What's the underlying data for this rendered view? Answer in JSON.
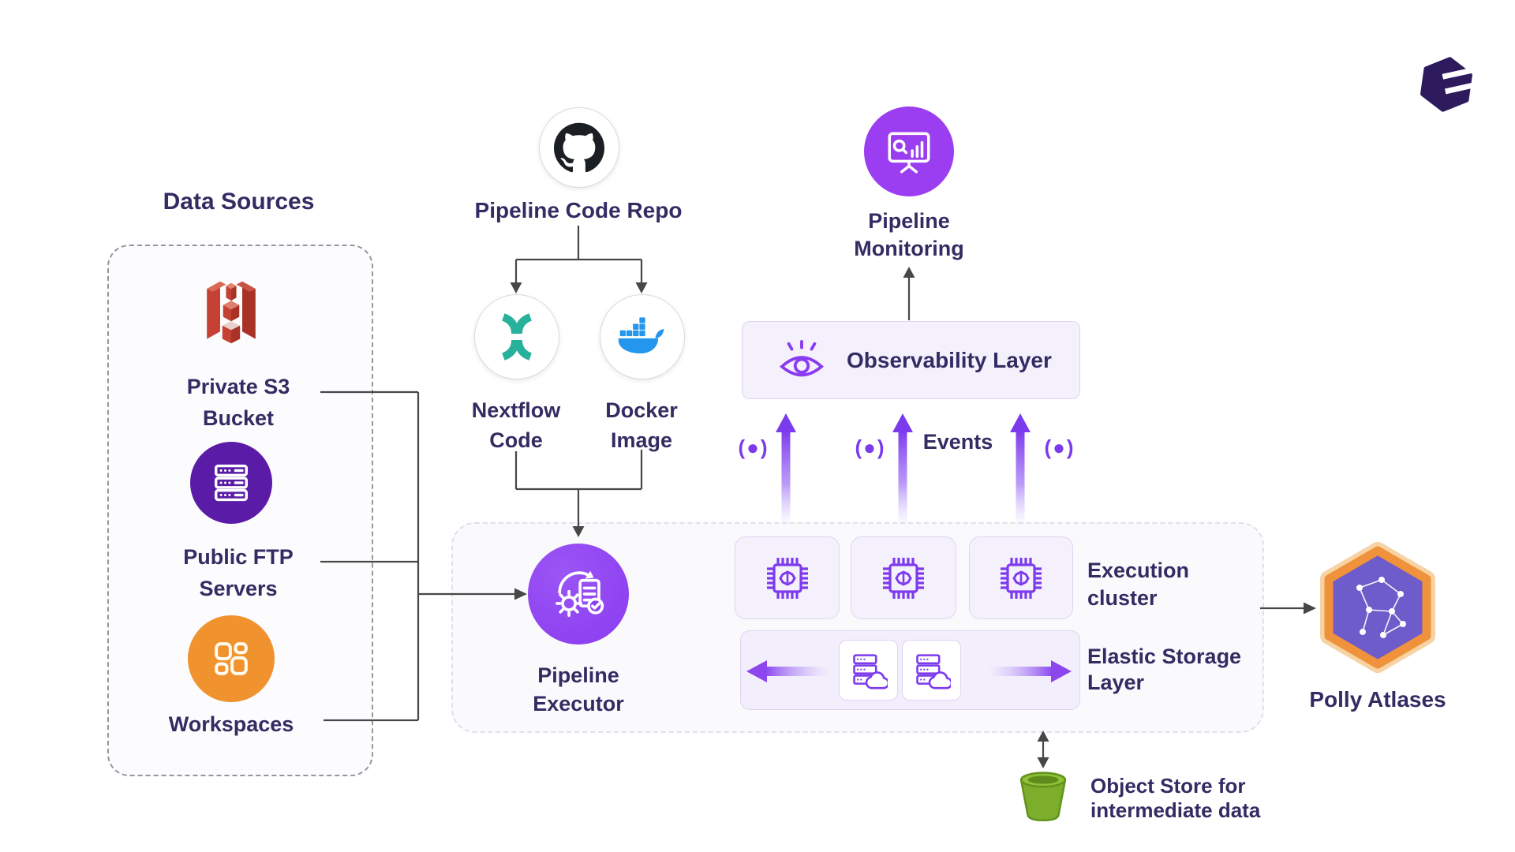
{
  "brand": {
    "logo_icon": "elucidata-hexagon-logo"
  },
  "colors": {
    "text": "#332c63",
    "line": "#474747",
    "accent_purple": "#7c3aed",
    "executor_purple": "#8a3bef",
    "monitoring_purple": "#9b3df0",
    "ftp_purple": "#5a1ca6",
    "workspaces_orange": "#f0932e",
    "docker_blue": "#2496ed",
    "nextflow_teal": "#27b19a",
    "s3_red": "#c44134",
    "bucket_green": "#7cae2b",
    "polly_ring_orange": "#ef923b",
    "polly_inner_purple": "#6d5cc9",
    "logo_indigo": "#2e1b5e"
  },
  "data_sources": {
    "title": "Data Sources",
    "items": [
      {
        "icon": "s3-bucket-icon",
        "line1": "Private S3",
        "line2": "Bucket"
      },
      {
        "icon": "server-rack-icon",
        "line1": "Public FTP",
        "line2": "Servers"
      },
      {
        "icon": "workspace-grid-icon",
        "line1": "Workspaces",
        "line2": ""
      }
    ]
  },
  "code_repo": {
    "icon": "github-icon",
    "label": "Pipeline Code Repo"
  },
  "nextflow": {
    "icon": "nextflow-icon",
    "line1": "Nextflow",
    "line2": "Code"
  },
  "docker": {
    "icon": "docker-whale-icon",
    "line1": "Docker",
    "line2": "Image"
  },
  "monitoring": {
    "icon": "monitor-chart-icon",
    "line1": "Pipeline",
    "line2": "Monitoring"
  },
  "observability": {
    "icon": "eye-icon",
    "label": "Observability Layer"
  },
  "events": {
    "label": "Events",
    "emitter_symbol": "(●)",
    "emitter_count": 3
  },
  "executor": {
    "icon": "gear-document-icon",
    "line1": "Pipeline",
    "line2": "Executor"
  },
  "execution_cluster": {
    "chip_icon": "cpu-chip-icon",
    "chip_count": 3,
    "line1": "Execution",
    "line2": "cluster"
  },
  "elastic_storage": {
    "server_icon": "server-cloud-icon",
    "server_count": 2,
    "line1": "Elastic Storage",
    "line2": "Layer"
  },
  "polly": {
    "icon": "network-hexagon-icon",
    "label": "Polly Atlases"
  },
  "object_store": {
    "icon": "bucket-icon",
    "line1": "Object Store for",
    "line2": "intermediate data"
  }
}
